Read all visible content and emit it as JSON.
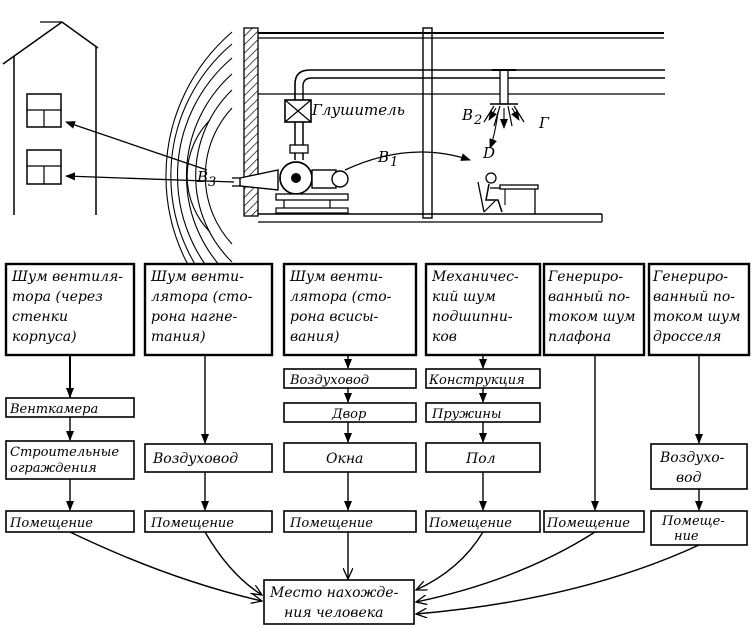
{
  "scene": {
    "silencer_label": "Глушитель",
    "path_labels": {
      "b1": "B",
      "b1_sub": "1",
      "b2": "B",
      "b2_sub": "2",
      "b3": "B",
      "b3_sub": "3",
      "d": "D",
      "g": "Г"
    }
  },
  "columns": [
    {
      "source": [
        "Шум вентиля-",
        "тора (через",
        "стенки",
        "корпуса)"
      ],
      "steps": [
        [
          "Венткамера"
        ],
        [
          "Строительные",
          "ограждения"
        ],
        [
          "Помещение"
        ]
      ]
    },
    {
      "source": [
        "Шум венти-",
        "лятора (сто-",
        "рона нагне-",
        "тания)"
      ],
      "steps": [
        [
          "Воздуховод"
        ],
        [
          "Помещение"
        ]
      ]
    },
    {
      "source": [
        "Шум венти-",
        "лятора (сто-",
        "рона всисы-",
        "вания)"
      ],
      "steps": [
        [
          "Воздуховод"
        ],
        [
          "Двор"
        ],
        [
          "Окна"
        ],
        [
          "Помещение"
        ]
      ]
    },
    {
      "source": [
        "Механичес-",
        "кий шум",
        "подшипни-",
        "ков"
      ],
      "steps": [
        [
          "Конструкция"
        ],
        [
          "Пружины"
        ],
        [
          "Пол"
        ],
        [
          "Помещение"
        ]
      ]
    },
    {
      "source": [
        "Генериро-",
        "ванный по-",
        "током шум",
        "плафона"
      ],
      "steps": [
        [
          "Помещение"
        ]
      ]
    },
    {
      "source": [
        "Генериро-",
        "ванный по-",
        "током шум",
        "дросселя"
      ],
      "steps": [
        [
          "Воздухо-",
          "вод"
        ],
        [
          "Помеще-",
          "ние"
        ]
      ]
    }
  ],
  "target": [
    "Место нахожде-",
    "ния человека"
  ]
}
